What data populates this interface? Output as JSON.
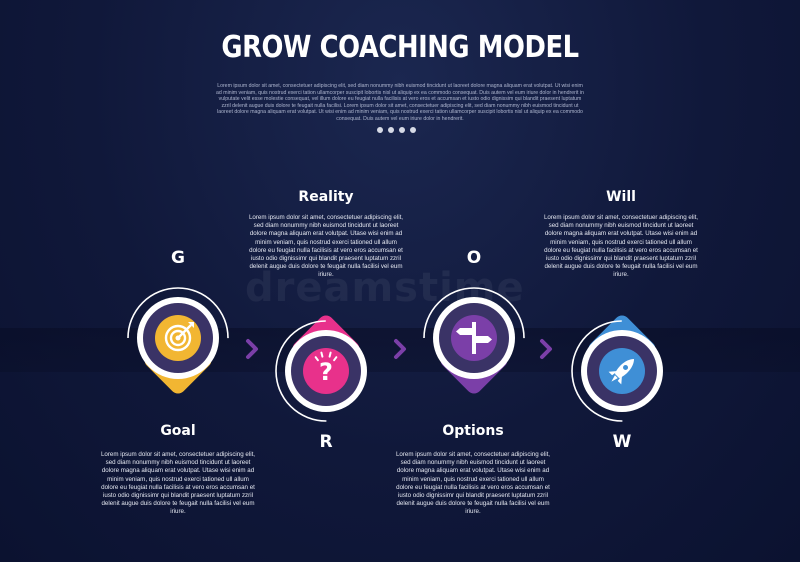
{
  "title": "GROW COACHING MODEL",
  "intro": "Lorem ipsum dolor sit amet, consectetuer adipiscing elit, sed diam nonummy nibh euismod tincidunt ut laoreet dolore magna aliquam erat volutpat. Ut wisi enim ad minim veniam, quis nostrud exerci tation ullamcorper suscipit lobortis nisl ut aliquip ex ea commodo consequat. Duis autem vel eum iriure dolor in hendrerit in vulputate velit esse molestie consequat, vel illum dolore eu feugiat nulla facilisis at vero eros et accumsan et iusto odio dignissim qui blandit praesent luptatum zzril delenit augue duis dolore te feugait nulla facilisi. Lorem ipsum dolor sit amet, consectetuer adipiscing elit, sed diam nonummy nibh euismod tincidunt ut laoreet dolore magna aliquam erat volutpat. Ut wisi enim ad minim veniam, quis nostrud exerci tation ullamcorper suscipit lobortis nisl ut aliquip ex ea commodo consequat. Duis autem vel eum iriure dolor in hendrerit.",
  "watermark": "dreamstime",
  "steps": [
    {
      "letter": "G",
      "heading": "Goal",
      "icon": "target-icon",
      "color": "#f2b632",
      "desc": "Lorem ipsum dolor sit amet, consectetuer adipiscing elit, sed diam nonummy nibh euismod tincidunt ut laoreet dolore magna aliquam erat volutpat. Utase wisi enim ad minim veniam, quis nostrud exerci tationed ull allum dolore eu feugiat nulla facilisis at vero eros accumsan et iusto odio dignissimr qui blandit praesent luptatum zzril delenit augue duis dolore te feugait nulla facilisi vel eum iriure."
    },
    {
      "letter": "R",
      "heading": "Reality",
      "icon": "question-icon",
      "color": "#e8318b",
      "desc": "Lorem ipsum dolor sit amet, consectetuer adipiscing elit, sed diam nonummy nibh euismod tincidunt ut laoreet dolore magna aliquam erat volutpat. Utase wisi enim ad minim veniam, quis nostrud exerci tationed ull allum dolore eu feugiat nulla facilisis at vero eros accumsan et iusto odio dignissimr qui blandit praesent luptatum zzril delenit augue duis dolore te feugait nulla facilisi vel eum iriure."
    },
    {
      "letter": "O",
      "heading": "Options",
      "icon": "signpost-icon",
      "color": "#7b3fa8",
      "desc": "Lorem ipsum dolor sit amet, consectetuer adipiscing elit, sed diam nonummy nibh euismod tincidunt ut laoreet dolore magna aliquam erat volutpat. Utase wisi enim ad minim veniam, quis nostrud exerci tationed ull allum dolore eu feugiat nulla facilisis at vero eros accumsan et iusto odio dignissimr qui blandit praesent luptatum zzril delenit augue duis dolore te feugait nulla facilisi vel eum iriure."
    },
    {
      "letter": "W",
      "heading": "Will",
      "icon": "rocket-icon",
      "color": "#3f8fd6",
      "desc": "Lorem ipsum dolor sit amet, consectetuer adipiscing elit, sed diam nonummy nibh euismod tincidunt ut laoreet dolore magna aliquam erat volutpat. Utase wisi enim ad minim veniam, quis nostrud exerci tationed ull allum dolore eu feugiat nulla facilisis at vero eros accumsan et iusto odio dignissimr qui blandit praesent luptatum zzril delenit augue duis dolore te feugait nulla facilisi vel eum iriure."
    }
  ],
  "circle_fill": "#3a3366",
  "connector_color": "#7b3fa8"
}
